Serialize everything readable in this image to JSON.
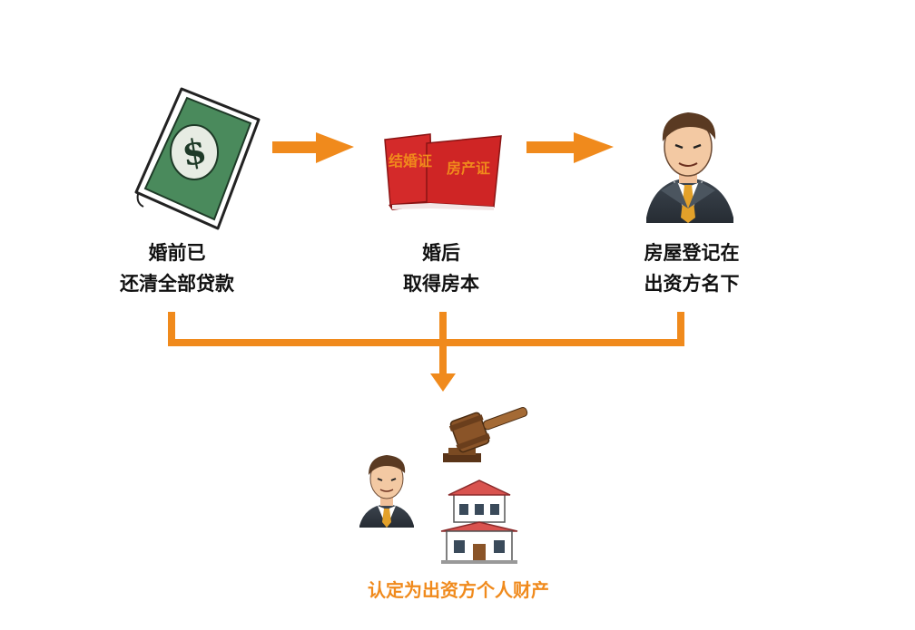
{
  "steps": [
    {
      "line1": "婚前已",
      "line2": "还清全部贷款"
    },
    {
      "line1": "婚后",
      "line2": "取得房本"
    },
    {
      "line1": "房屋登记在",
      "line2": "出资方名下"
    }
  ],
  "book_labels": {
    "marriage": "结婚证",
    "property": "房产证"
  },
  "conclusion": "认定为出资方个人财产",
  "colors": {
    "accent": "#f08a1c",
    "money": "#4a8a5c",
    "book": "#d42a2a"
  },
  "icons": [
    "dollar-bill-icon",
    "red-certificate-books-icon",
    "businessman-icon",
    "judge-gavel-icon",
    "house-icon"
  ]
}
